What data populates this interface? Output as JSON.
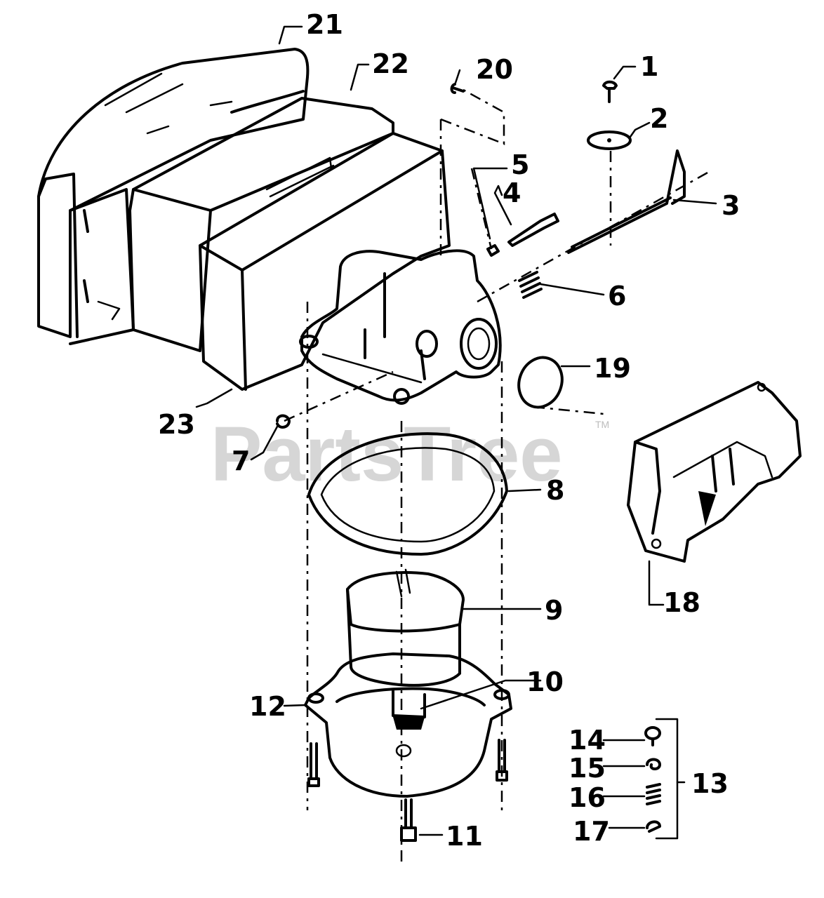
{
  "diagram": {
    "watermark": "PartsTree",
    "trademark": "TM",
    "labels": {
      "p1": "1",
      "p2": "2",
      "p3": "3",
      "p4": "4",
      "p5": "5",
      "p6": "6",
      "p7": "7",
      "p8": "8",
      "p9": "9",
      "p10": "10",
      "p11": "11",
      "p12": "12",
      "p13": "13",
      "p14": "14",
      "p15": "15",
      "p16": "16",
      "p17": "17",
      "p18": "18",
      "p19": "19",
      "p20": "20",
      "p21": "21",
      "p22": "22",
      "p23": "23"
    }
  }
}
